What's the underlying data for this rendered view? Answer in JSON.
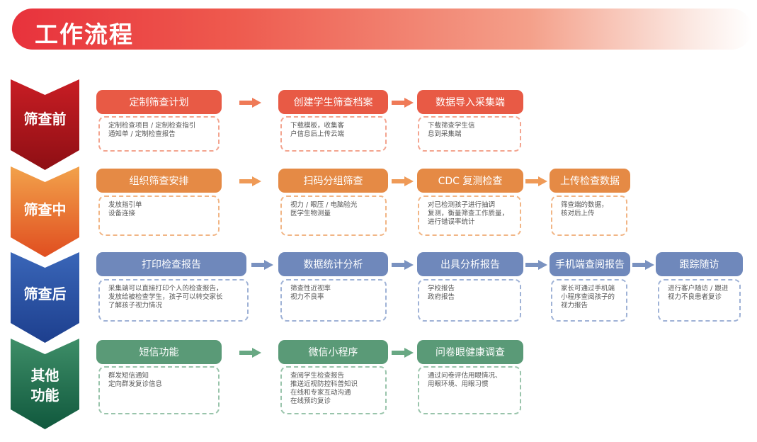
{
  "title": "工作流程",
  "colors": {
    "pre": "#e85a45",
    "mid": "#e58a45",
    "post": "#6f88bb",
    "other": "#5a9a77"
  },
  "stages": [
    {
      "label_lines": [
        "筛查前"
      ],
      "steps": [
        {
          "title": "定制筛查计划",
          "lines": [
            "定制检查项目 / 定制检查指引",
            "通知单 / 定制检查报告"
          ]
        },
        {
          "title": "创建学生筛查档案",
          "lines": [
            "下载模板，收集客",
            "户信息后上传云端"
          ]
        },
        {
          "title": "数据导入采集端",
          "lines": [
            "下载筛查学生信",
            "息到采集端"
          ]
        }
      ]
    },
    {
      "label_lines": [
        "筛查中"
      ],
      "steps": [
        {
          "title": "组织筛查安排",
          "lines": [
            "发放指引单",
            "设备连接"
          ]
        },
        {
          "title": "扫码分组筛查",
          "lines": [
            "视力 / 眼压 / 电脑验光",
            "医学生物测量"
          ]
        },
        {
          "title": "CDC 复测检查",
          "lines": [
            "对已检测孩子进行抽调",
            "复测，衡量筛查工作质量，",
            "进行错误率统计"
          ]
        },
        {
          "title": "上传检查数据",
          "lines": [
            "筛查端的数据，",
            "核对后上传"
          ]
        }
      ]
    },
    {
      "label_lines": [
        "筛查后"
      ],
      "steps": [
        {
          "title": "打印检查报告",
          "lines": [
            "采集端可以直接打印个人的检查报告，",
            "发放给被检查学生，孩子可以转交家长",
            "了解孩子视力情况"
          ]
        },
        {
          "title": "数据统计分析",
          "lines": [
            "筛查性近视率",
            "视力不良率"
          ]
        },
        {
          "title": "出具分析报告",
          "lines": [
            "学校报告",
            "政府报告"
          ]
        },
        {
          "title": "手机端查阅报告",
          "lines": [
            "家长可通过手机端",
            "小程序查阅孩子的",
            "视力报告"
          ]
        },
        {
          "title": "跟踪随访",
          "lines": [
            "进行客户随访 / 跟进",
            "视力不良患者复诊"
          ]
        }
      ]
    },
    {
      "label_lines": [
        "其他",
        "功能"
      ],
      "steps": [
        {
          "title": "短信功能",
          "lines": [
            "群发短信通知",
            "定向群发复诊信息"
          ]
        },
        {
          "title": "微信小程序",
          "lines": [
            "查阅学生检查报告",
            "推送近视防控科普知识",
            "在线和专家互动沟通",
            "在线预约复诊"
          ]
        },
        {
          "title": "问卷眼健康调查",
          "lines": [
            "通过问卷评估用眼情况、",
            "用眼环境、用眼习惯"
          ]
        }
      ]
    }
  ]
}
